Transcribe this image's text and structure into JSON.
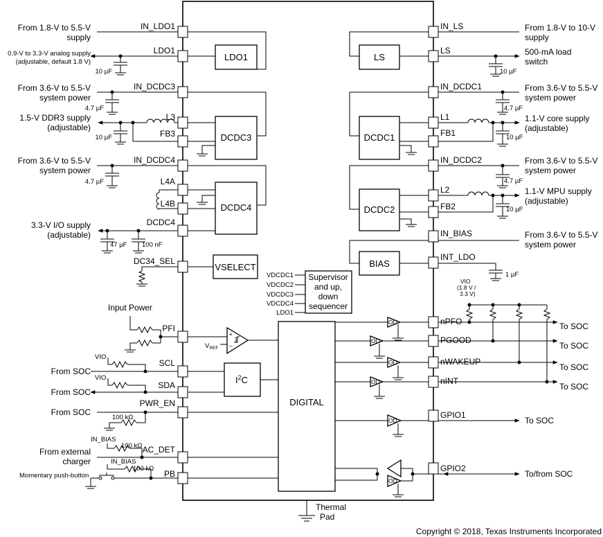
{
  "left_signals": {
    "in_ldo1_src": [
      "From 1.8-V to 5.5-V",
      "supply"
    ],
    "ldo1_out": [
      "0.9-V to 3.3-V analog supply",
      "(adjustable, default 1.8 V)"
    ],
    "ldo1_cap": "10 µF",
    "in_dcdc3_src": [
      "From 3.6-V to 5.5-V",
      "system power"
    ],
    "in_dcdc3_cap": "4.7 µF",
    "ddr3": [
      "1.5-V DDR3 supply",
      "(adjustable)"
    ],
    "dcdc3_cap": "10 µF",
    "in_dcdc4_src": [
      "From 3.6-V to 5.5-V",
      "system power"
    ],
    "in_dcdc4_cap": "4.7 µF",
    "io_supply": [
      "3.3-V I/O supply",
      "(adjustable)"
    ],
    "dcdc4_cap1": "47 µF",
    "dcdc4_cap2": "100 nF",
    "input_power": "Input Power",
    "vref": "V",
    "vref_sub": "REF",
    "vio1": "VIO",
    "vio2": "VIO",
    "from_soc_scl": "From SOC",
    "from_soc_sda": "From SOC",
    "from_soc_pwr": "From SOC",
    "res_pwr_en": "100 kΩ",
    "in_bias1": "IN_BIAS",
    "res_ac_det": "100 kΩ",
    "ext_charger": [
      "From external",
      "charger"
    ],
    "in_bias2": "IN_BIAS",
    "res_pb": "100 kΩ",
    "push_button": "Momentary push-button"
  },
  "left_pins": {
    "in_ldo1": "IN_LDO1",
    "ldo1": "LDO1",
    "in_dcdc3": "IN_DCDC3",
    "l3": "L3",
    "fb3": "FB3",
    "in_dcdc4": "IN_DCDC4",
    "l4a": "L4A",
    "l4b": "L4B",
    "dcdc4": "DCDC4",
    "dc34_sel": "DC34_SEL",
    "pfi": "PFI",
    "scl": "SCL",
    "sda": "SDA",
    "pwr_en": "PWR_EN",
    "ac_det": "AC_DET",
    "pb": "PB"
  },
  "blocks": {
    "ldo1": "LDO1",
    "dcdc3": "DCDC3",
    "dcdc4": "DCDC4",
    "vselect": "VSELECT",
    "i2c_base": "I",
    "i2c_sup": "2",
    "i2c_tail": "C",
    "digital": "DIGITAL",
    "ls": "LS",
    "dcdc1": "DCDC1",
    "dcdc2": "DCDC2",
    "bias": "BIAS",
    "supervisor": [
      "Supervisor",
      "and up,",
      "down",
      "sequencer"
    ]
  },
  "supervisor_inputs": [
    "VDCDC1",
    "VDCDC2",
    "VDCDC3",
    "VDCDC4",
    "LDO1"
  ],
  "right_pins": {
    "in_ls": "IN_LS",
    "ls": "LS",
    "in_dcdc1": "IN_DCDC1",
    "l1": "L1",
    "fb1": "FB1",
    "in_dcdc2": "IN_DCDC2",
    "l2": "L2",
    "fb2": "FB2",
    "in_bias": "IN_BIAS",
    "int_ldo": "INT_LDO",
    "npfo": "nPFO",
    "pgood": "PGOOD",
    "nwakeup": "nWAKEUP",
    "nint": "nINT",
    "gpio1": "GPIO1",
    "gpio2": "GPIO2"
  },
  "right_signals": {
    "in_ls_src": [
      "From 1.8-V to 10-V",
      "supply"
    ],
    "ls_out": [
      "500-mA load",
      "switch"
    ],
    "ls_cap": "10 µF",
    "in_dcdc1_src": [
      "From 3.6-V to 5.5-V",
      "system power"
    ],
    "in_dcdc1_cap": "4.7 µF",
    "core": [
      "1.1-V core supply",
      "(adjustable)"
    ],
    "dcdc1_cap": "10 µF",
    "in_dcdc2_src": [
      "From 3.6-V to 5.5-V",
      "system power"
    ],
    "in_dcdc2_cap": "4.7 µF",
    "mpu": [
      "1.1-V MPU supply",
      "(adjustable)"
    ],
    "dcdc2_cap": "10 µF",
    "in_bias_src": [
      "From 3.6-V to 5.5-V",
      "system power"
    ],
    "int_ldo_cap": "1 µF",
    "vio_pullup": [
      "VIO",
      "(1.8 V /",
      "3.3 V)"
    ],
    "to_soc_npfo": "To SOC",
    "to_soc_pgood": "To SOC",
    "to_soc_nwakeup": "To SOC",
    "to_soc_nint": "To SOC",
    "to_soc_gpio1": "To SOC",
    "to_from_soc_gpio2": "To/from SOC",
    "od": "OD"
  },
  "thermal_pad": [
    "Thermal",
    "Pad"
  ],
  "copyright": "Copyright © 2018, Texas Instruments Incorporated"
}
